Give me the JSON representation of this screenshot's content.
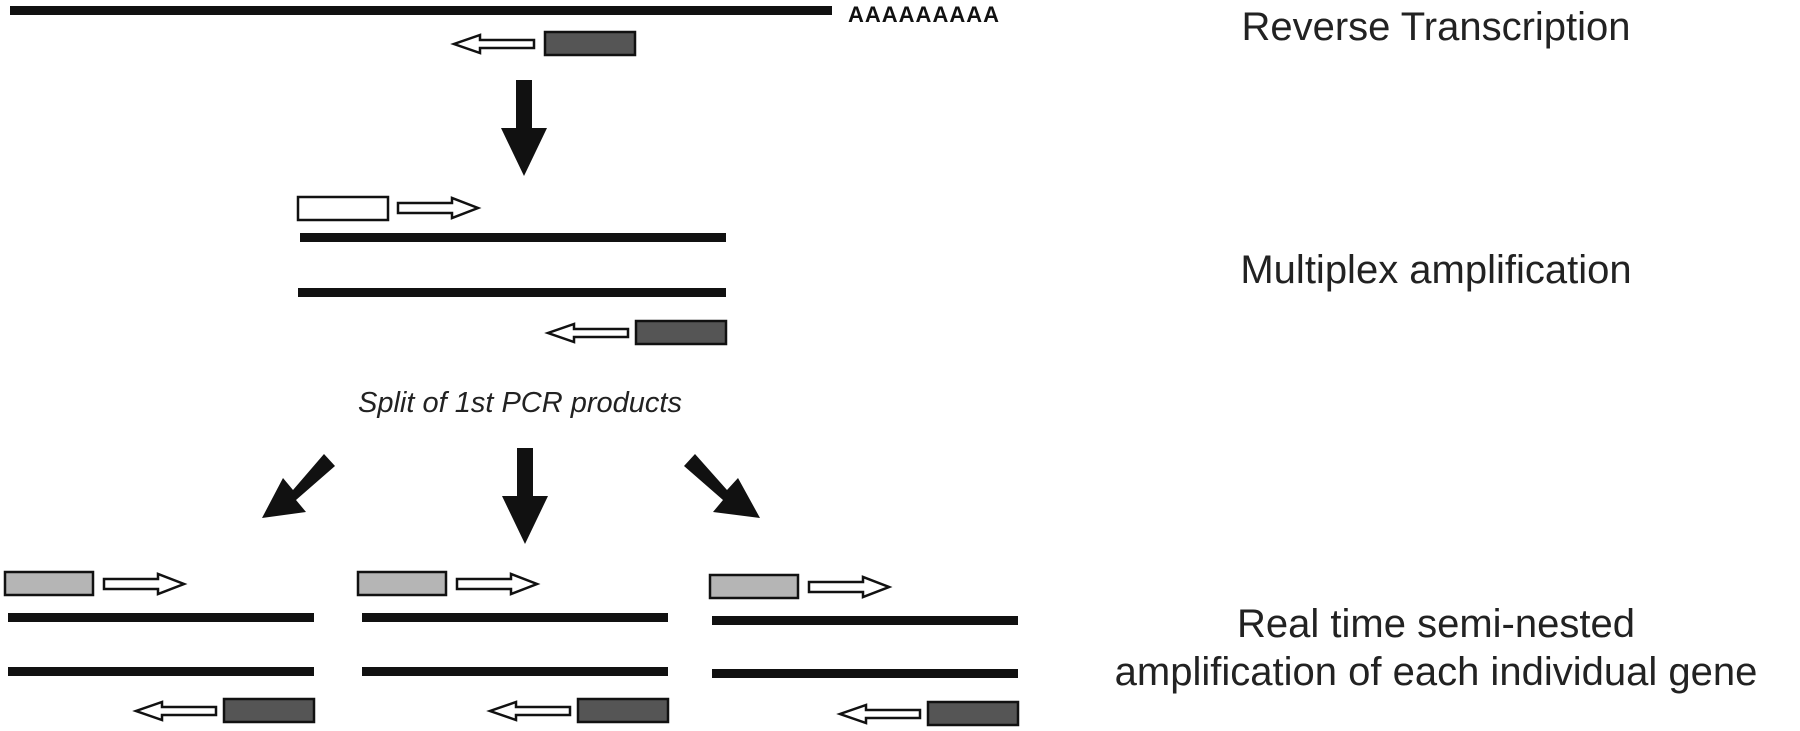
{
  "steps": {
    "reverse_transcription": "Reverse Transcription",
    "multiplex": "Multiplex amplification",
    "realtime_line1": "Real time semi-nested",
    "realtime_line2": "amplification of each individual gene"
  },
  "poly_a": "AAAAAAAAA",
  "split_note": "Split of 1st PCR products",
  "colors": {
    "strand": "#111111",
    "primer_outer_forward": "#ffffff",
    "primer_nested_forward": "#b5b5b5",
    "primer_reverse": "#555555"
  },
  "icons": {
    "flow": "down-arrow-icon",
    "primer_direction": "hollow-arrow-icon"
  }
}
